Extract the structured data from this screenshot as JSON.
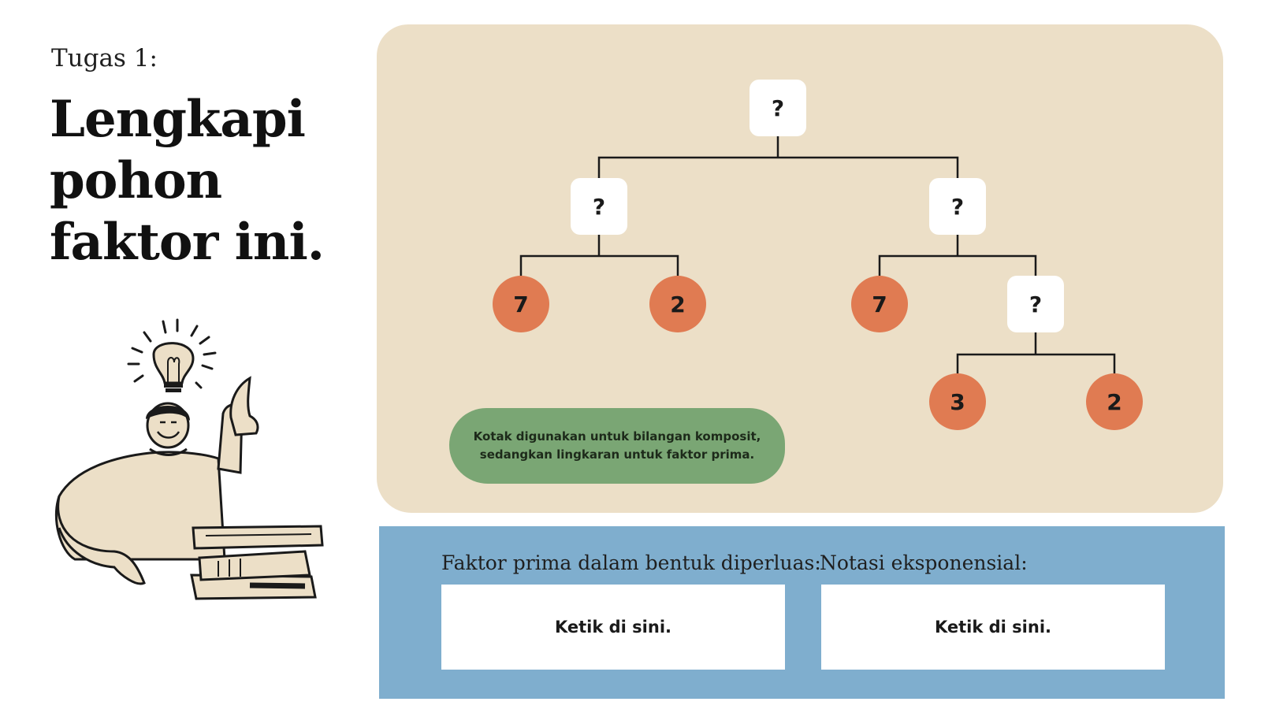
{
  "header": {
    "task_label": "Tugas 1:",
    "title": "Lengkapi pohon faktor ini."
  },
  "tree": {
    "root": "?",
    "left": "?",
    "right": "?",
    "left_left": "7",
    "left_right": "2",
    "right_left": "7",
    "right_right": "?",
    "rr_left": "3",
    "rr_right": "2"
  },
  "legend": {
    "line1": "Kotak digunakan untuk bilangan komposit,",
    "line2": "sedangkan lingkaran untuk faktor prima."
  },
  "answers": {
    "expanded_label": "Faktor prima dalam bentuk diperluas:",
    "expanded_placeholder": "Ketik di sini.",
    "exponent_label": "Notasi eksponensial:",
    "exponent_placeholder": "Ketik di sini."
  },
  "colors": {
    "panel_beige": "#ecdfc7",
    "prime_circle": "#e07b52",
    "legend_green": "#7aa674",
    "answer_blue": "#7faece"
  }
}
